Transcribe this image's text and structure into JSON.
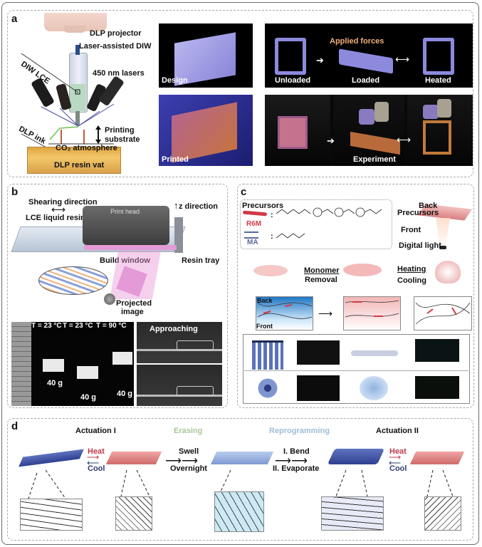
{
  "panels": {
    "a": {
      "label": "a",
      "dlp_projector": "DLP projector",
      "laser_diw": "Laser-assisted DIW",
      "diw_lce": "DIW LCE",
      "lasers": "450 nm lasers",
      "printing_substrate_1": "Printing",
      "printing_substrate_2": "substrate",
      "dlp_ink": "DLP ink",
      "co2": "CO₂ atmosphere",
      "resin_vat": "DLP resin vat",
      "design": "Design",
      "unloaded": "Unloaded",
      "loaded": "Loaded",
      "heated": "Heated",
      "applied_forces": "Applied forces",
      "printed": "Printed",
      "experiment": "Experiment"
    },
    "b": {
      "label": "b",
      "shearing": "Shearing direction",
      "lce_resin": "LCE liquid resin",
      "print_head": "Print head",
      "z_direction": "z direction",
      "build_window": "Build window",
      "resin_tray": "Resin tray",
      "projected_1": "Projected",
      "projected_2": "image",
      "temps": [
        "T = 23 °C",
        "T = 23 °C",
        "T = 90 °C"
      ],
      "weights": [
        "40 g",
        "40 g",
        "40 g"
      ],
      "approaching": "Approaching"
    },
    "c": {
      "label": "c",
      "precursors": "Precursors",
      "r6m": "R6M",
      "ma": "MA",
      "colon": ":",
      "back": "Back",
      "precursors_right": "Precursors",
      "front": "Front",
      "digital_light": "Digital light",
      "monomer": "Monomer",
      "removal": "Removal",
      "heating": "Heating",
      "cooling": "Cooling",
      "zoom_back": "Back",
      "zoom_front": "Front"
    },
    "d": {
      "label": "d",
      "actuation1": "Actuation I",
      "erasing": "Erasing",
      "reprogramming": "Reprogramming",
      "actuation2": "Actuation II",
      "heat": "Heat",
      "cool": "Cool",
      "swell": "Swell",
      "overnight": "Overnight",
      "bend": "I. Bend",
      "evaporate": "II. Evaporate",
      "heat2": "Heat",
      "cool2": "Cool"
    }
  },
  "colors": {
    "heat": "#c0394b",
    "cool": "#2f3c74",
    "erasing": "#a9c79a",
    "reprogramming": "#9fbcd8",
    "applied_forces": "#f0b27a",
    "r6m": "#d23a45",
    "ma": "#5a6aa0"
  }
}
